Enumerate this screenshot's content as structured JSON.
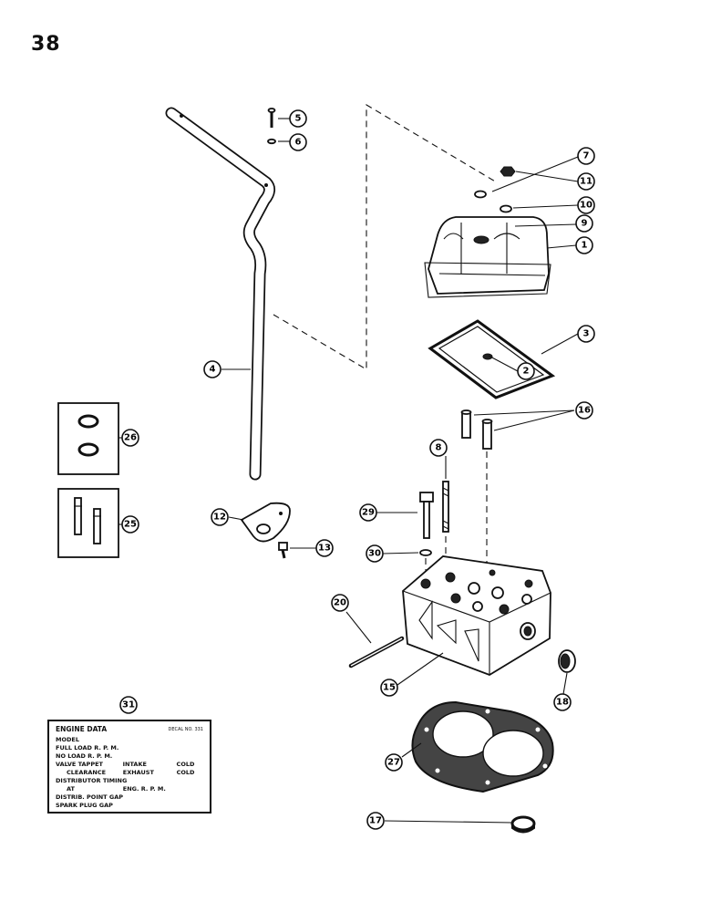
{
  "page_number": "38",
  "callouts": [
    "1",
    "2",
    "3",
    "4",
    "5",
    "6",
    "7",
    "8",
    "9",
    "10",
    "11",
    "12",
    "13",
    "15",
    "16",
    "17",
    "18",
    "20",
    "25",
    "26",
    "27",
    "29",
    "30",
    "31"
  ],
  "decal": {
    "title": "ENGINE DATA",
    "decal_no": "DECAL NO. 331",
    "rows": [
      {
        "a": "MODEL",
        "b": "",
        "c": ""
      },
      {
        "a": "FULL LOAD R. P. M.",
        "b": "",
        "c": ""
      },
      {
        "a": "NO LOAD R. P. M.",
        "b": "",
        "c": ""
      },
      {
        "a": "VALVE TAPPET",
        "b": "INTAKE",
        "c": "COLD"
      },
      {
        "a": "CLEARANCE",
        "b": "EXHAUST",
        "c": "COLD"
      },
      {
        "a": "DISTRIBUTOR TIMING",
        "b": "",
        "c": ""
      },
      {
        "a": "AT",
        "b": "ENG. R. P. M.",
        "c": ""
      },
      {
        "a": "DISTRIB. POINT GAP",
        "b": "",
        "c": ""
      },
      {
        "a": "SPARK PLUG GAP",
        "b": "",
        "c": ""
      }
    ]
  }
}
